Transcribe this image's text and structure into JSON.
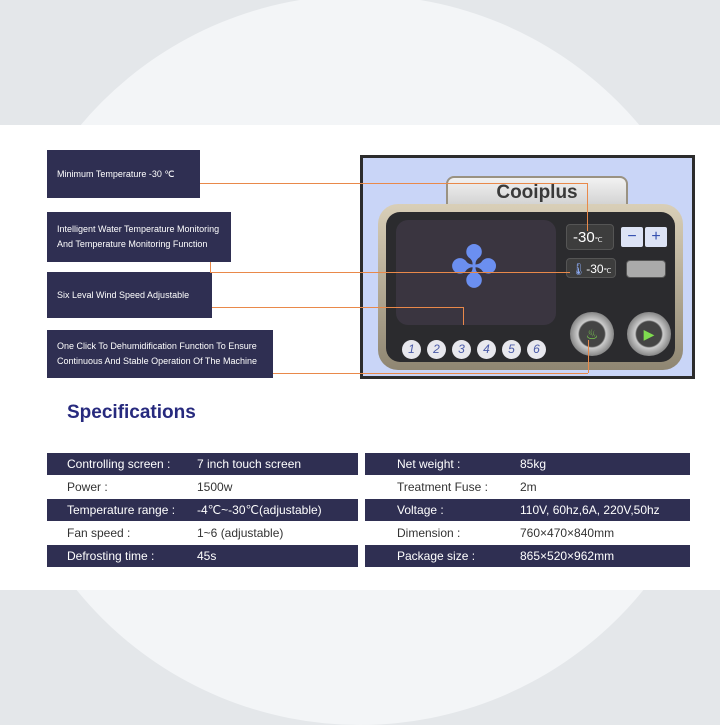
{
  "callouts": [
    "Minimum Temperature  -30 ℃",
    "Intelligent Water Temperature Monitoring And Temperature Monitoring Function",
    "Six Leval Wind Speed Adjustable",
    "One Click To Dehumidification Function To Ensure Continuous And Stable Operation Of The Machine"
  ],
  "panel": {
    "brand": "Cooiplus",
    "set_temp": "-30",
    "set_unit": "℃",
    "minus": "−",
    "plus": "+",
    "water_temp": "-30",
    "water_unit": "℃",
    "speeds": [
      "1",
      "2",
      "3",
      "4",
      "5",
      "6"
    ]
  },
  "specs": {
    "title": "Specifications",
    "left": [
      {
        "label": "Controlling screen :",
        "value": "7 inch  touch screen"
      },
      {
        "label": "Power :",
        "value": "1500w"
      },
      {
        "label": "Temperature range :",
        "value": "-4℃~-30℃(adjustable)"
      },
      {
        "label": "Fan speed :",
        "value": "1~6 (adjustable)"
      },
      {
        "label": "Defrosting time :",
        "value": "45s"
      }
    ],
    "right": [
      {
        "label": "Net weight :",
        "value": "85kg"
      },
      {
        "label": "Treatment Fuse :",
        "value": "2m"
      },
      {
        "label": "Voltage :",
        "value": "110V, 60hz,6A, 220V,50hz"
      },
      {
        "label": "Dimension :",
        "value": "760×470×840mm"
      },
      {
        "label": "Package size :",
        "value": "865×520×962mm"
      }
    ]
  }
}
